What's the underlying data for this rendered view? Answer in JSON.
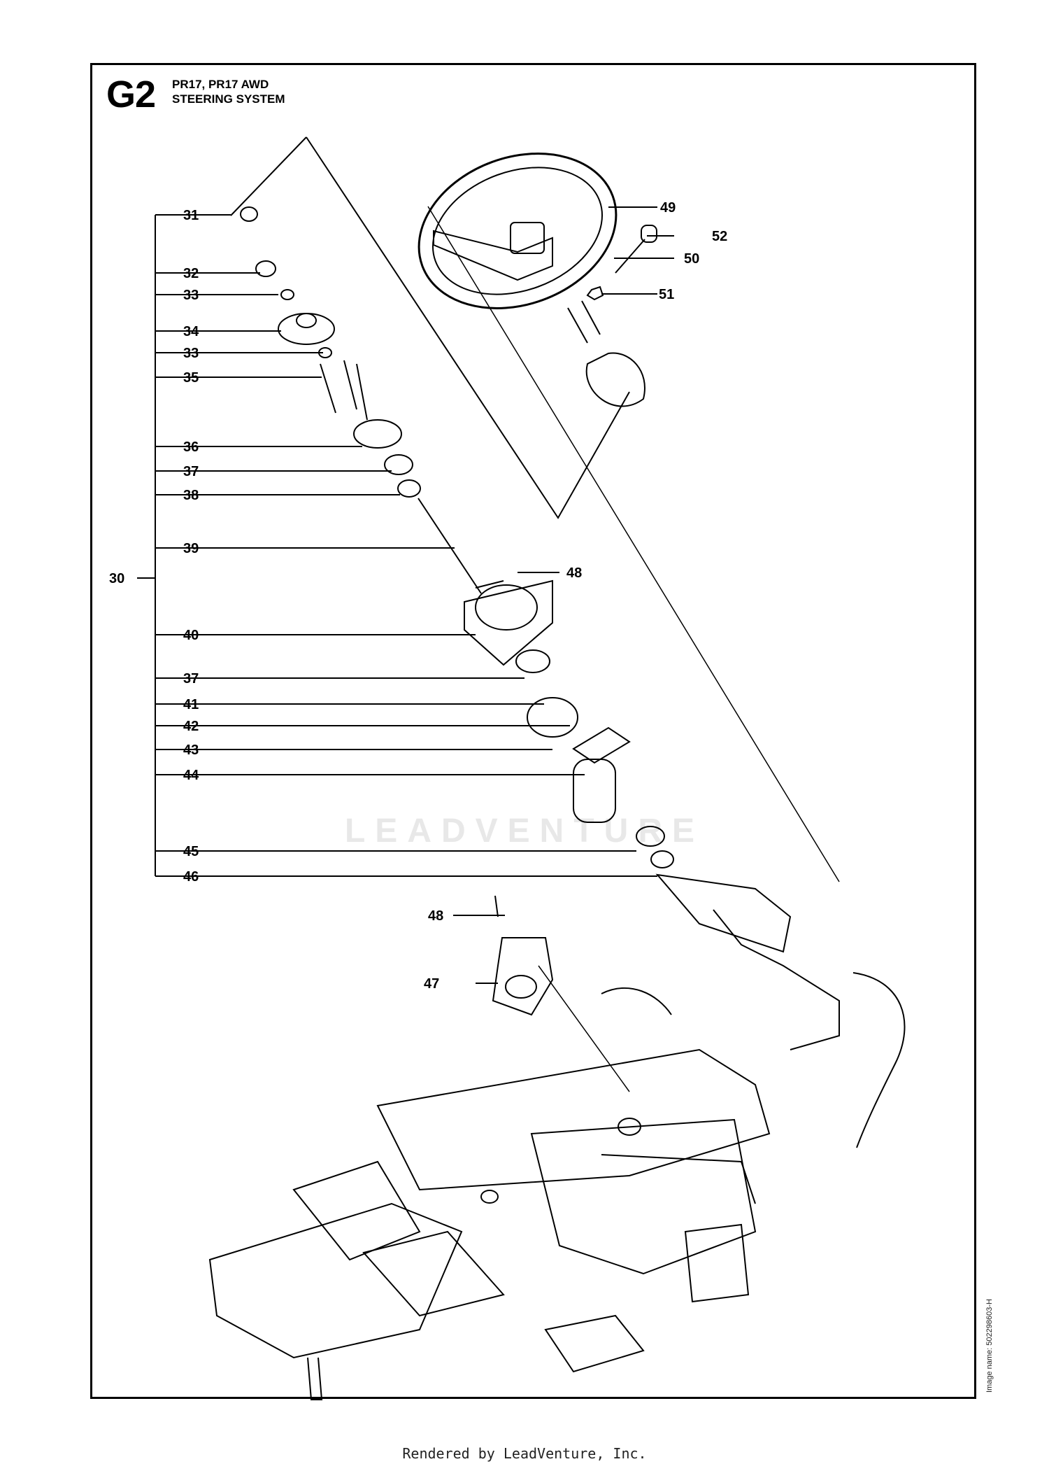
{
  "section": "G2",
  "title_lines": [
    "PR17, PR17 AWD",
    "STEERING SYSTEM"
  ],
  "image_name": "Image name: 502298603-H",
  "footer": "Rendered by LeadVenture, Inc.",
  "watermark": "LEADVENTURE",
  "callouts": {
    "group": "30",
    "left_column": [
      "31",
      "32",
      "33",
      "34",
      "33",
      "35",
      "36",
      "37",
      "38",
      "39",
      "40",
      "37",
      "41",
      "42",
      "43",
      "44",
      "45",
      "46"
    ],
    "right_side": [
      "49",
      "52",
      "50",
      "51",
      "48"
    ],
    "lower": [
      "48",
      "47"
    ]
  }
}
